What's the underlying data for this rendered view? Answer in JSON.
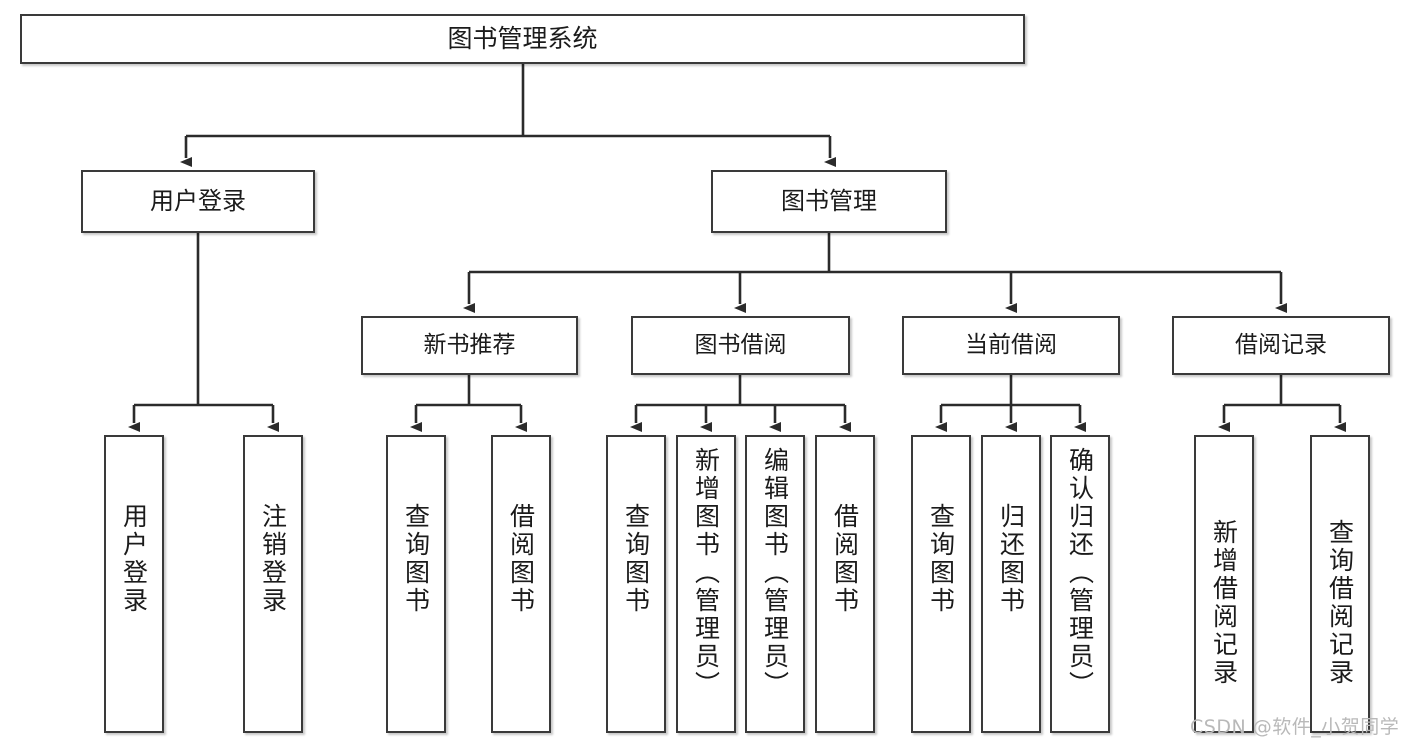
{
  "diagram": {
    "type": "tree",
    "title": "图书管理系统",
    "watermark": "CSDN @软件_小贺同学",
    "colors": {
      "box_border": "#3a3a3a",
      "box_fill": "#ffffff",
      "edge": "#2b2b2b",
      "text": "#1b1b1b",
      "watermark": "#b9b9b9"
    },
    "nodes": {
      "root": {
        "label": "图书管理系统"
      },
      "level2": [
        {
          "label": "用户登录"
        },
        {
          "label": "图书管理"
        }
      ],
      "level3": [
        {
          "label": "新书推荐"
        },
        {
          "label": "图书借阅"
        },
        {
          "label": "当前借阅"
        },
        {
          "label": "借阅记录"
        }
      ],
      "leaves": [
        {
          "label": "用户登录",
          "parent": "用户登录"
        },
        {
          "label": "注销登录",
          "parent": "用户登录"
        },
        {
          "label": "查询图书",
          "parent": "新书推荐"
        },
        {
          "label": "借阅图书",
          "parent": "新书推荐"
        },
        {
          "label": "查询图书",
          "parent": "图书借阅"
        },
        {
          "label": "新增图书（管理员）",
          "parent": "图书借阅"
        },
        {
          "label": "编辑图书（管理员）",
          "parent": "图书借阅"
        },
        {
          "label": "借阅图书",
          "parent": "图书借阅"
        },
        {
          "label": "查询图书",
          "parent": "当前借阅"
        },
        {
          "label": "归还图书",
          "parent": "当前借阅"
        },
        {
          "label": "确认归还（管理员）",
          "parent": "当前借阅"
        },
        {
          "label": "新增借阅记录",
          "parent": "借阅记录"
        },
        {
          "label": "查询借阅记录",
          "parent": "借阅记录"
        }
      ]
    }
  }
}
